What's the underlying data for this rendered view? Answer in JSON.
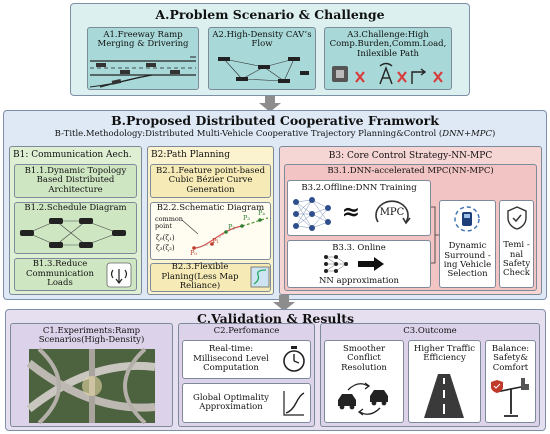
{
  "section_a": {
    "title": "A.Problem Scenario & Challenge",
    "a1": "A1.Freeway Ramp Merging & Drivering",
    "a2": "A2.High-Density CAV’s Flow",
    "a3": "A3.Challenge:High Comp.Burden,Comm.Load, Inilexible Path"
  },
  "section_b": {
    "title": "B.Proposed Distributed Cooperative Framwork",
    "subtitle": "B-Title.Methodology:Distributed Multi-Vehicle Cooperative Trajectory Planning&Control (",
    "subtitle_em": "DNN+MPC",
    "subtitle_end": ")",
    "b1": {
      "title": "B1: Communication Aech.",
      "b11": "B1.1.Dynamic Topology Based Distributed Architecture",
      "b12": "B1.2.Schedule Diagram",
      "b13": "B1.3.Reduce Communication Loads"
    },
    "b2": {
      "title": "B2:Path Planning",
      "b21": "B2.1.Feature point-based Cubic Bézier Curve Generation",
      "b22": "B2.2.Schematic Diagram",
      "common_point": "common point",
      "eq1": "ζ₀(ζ₁)",
      "eq2": "ζ₃(ζ₂)",
      "p_labels": [
        "P₀",
        "P₁",
        "P₂",
        "P₃",
        "P₄"
      ],
      "b23": "B2.3.Flexible Planing(Less Map Reliance)"
    },
    "b3": {
      "title": "B3: Core Control Strategy-NN-MPC",
      "b31": "B3.1.DNN-accelerated MPC(NN-MPC)",
      "b32": "B3.2.Offline:DNN Training",
      "approx": "≈",
      "mpc": "MPC",
      "b33_title": "B3.3. Online",
      "b33_sub": "NN approximation",
      "dyn": "Dynamic Surround -ing Vehicle Selection",
      "term": "Temi -nal Safety Check"
    }
  },
  "section_c": {
    "title": "C.Validation & Results",
    "c1": "C1.Experiments:Ramp Scenarios(High-Density)",
    "c2": {
      "title": "C2.Perfomance",
      "rt": "Real-time: Millisecond Level Computation",
      "go": "Global Optimality Approximation"
    },
    "c3": {
      "title": "C3.Outcome",
      "smoother": "Smoother Conflict Resolution",
      "higher": "Higher Traffic Efficiency",
      "balance": "Balance: Safety& Comfort"
    }
  },
  "colors": {
    "a_bg": "#dbf0ef",
    "a_inner": "#a8d8d8",
    "b_bg": "#dfe9f6",
    "b1_bg": "#deefd4",
    "b2_bg": "#fbf3cf",
    "b3_bg": "#f6d5d5",
    "c_bg": "#e6dff0",
    "arrow": "#8d8d8d"
  }
}
